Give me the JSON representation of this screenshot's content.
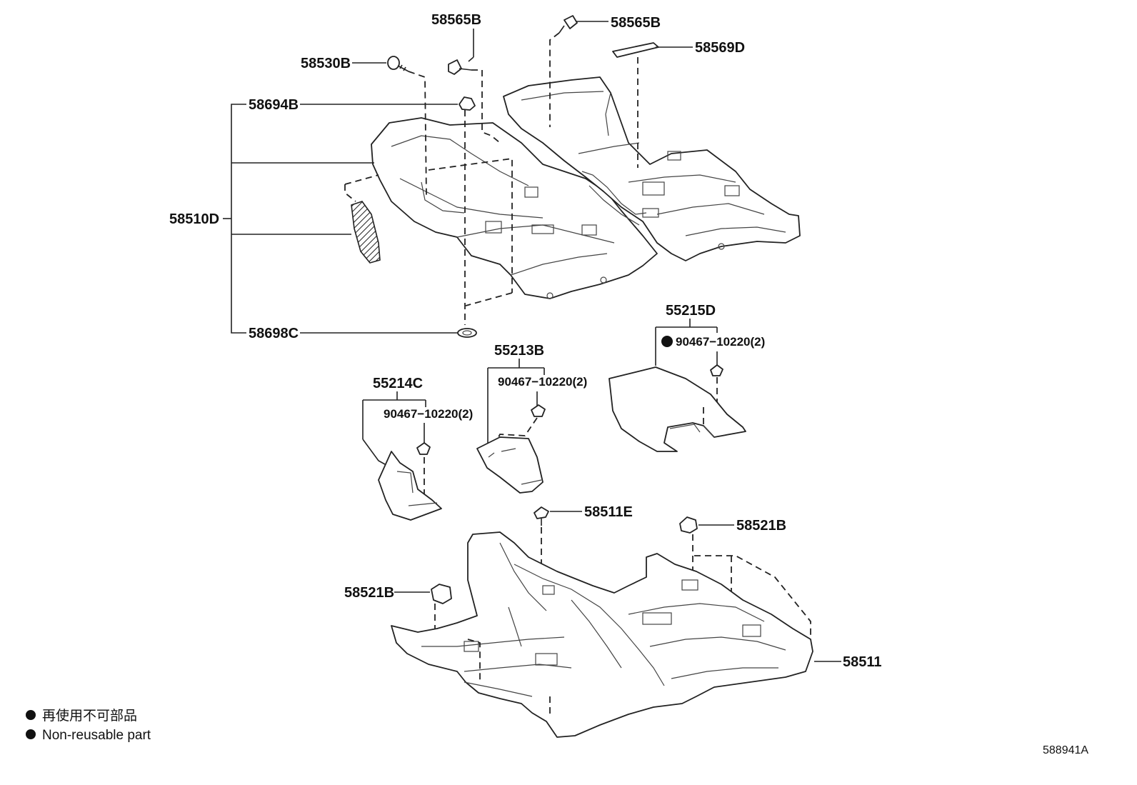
{
  "labels": {
    "l58565b_a": "58565B",
    "l58565b_b": "58565B",
    "l58569d": "58569D",
    "l58530b": "58530B",
    "l58694b": "58694B",
    "l58510d": "58510D",
    "l58698c": "58698C",
    "l55215d": "55215D",
    "l55215d_clip": "90467−10220(2)",
    "l55213b": "55213B",
    "l55213b_clip": "90467−10220(2)",
    "l55214c": "55214C",
    "l55214c_clip": "90467−10220(2)",
    "l58511e": "58511E",
    "l58521b_a": "58521B",
    "l58521b_b": "58521B",
    "l58511": "58511"
  },
  "legend": {
    "line1": "再使用不可部品",
    "line2": "Non-reusable part"
  },
  "diagram_code": "588941A"
}
